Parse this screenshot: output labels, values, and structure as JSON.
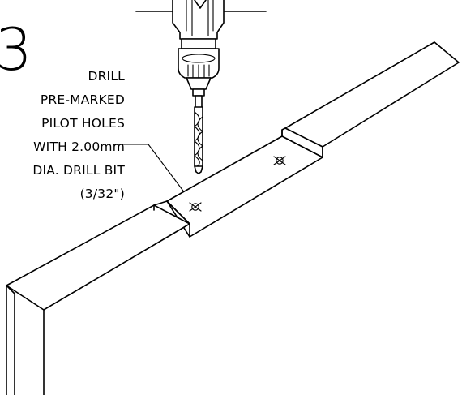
{
  "step": {
    "number": "3"
  },
  "callout": {
    "lines": [
      "DRILL",
      "PRE-MARKED",
      "PILOT HOLES",
      "WITH 2.00mm",
      "DIA. DRILL BIT",
      "(3/32\")"
    ]
  },
  "colors": {
    "line": "#000000",
    "background": "#ffffff"
  }
}
